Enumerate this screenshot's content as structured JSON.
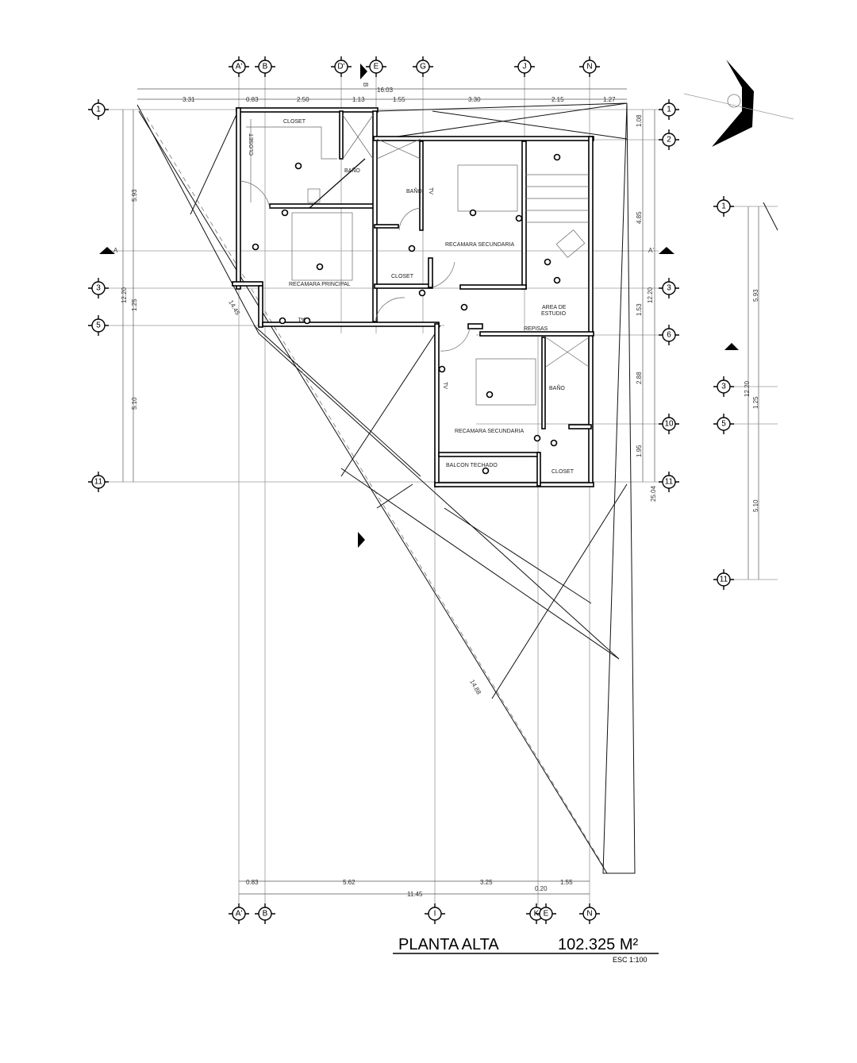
{
  "plan": {
    "title": "PLANTA ALTA",
    "area": "102.325 M²",
    "scale": "ESC 1:100"
  },
  "axes": {
    "top": [
      "A'",
      "B",
      "D'",
      "E",
      "G",
      "J",
      "N"
    ],
    "bottom": [
      "A'",
      "B",
      "I",
      "K",
      "E",
      "N"
    ],
    "left": [
      "1",
      "3",
      "5",
      "11"
    ],
    "right": [
      "1",
      "2",
      "3",
      "6",
      "10",
      "11"
    ],
    "right_partial": [
      "1",
      "3",
      "5",
      "11"
    ]
  },
  "sections": {
    "a": "A",
    "a_prime": "A'",
    "b": "B"
  },
  "dimensions": {
    "top_total": "16.03",
    "top": [
      "3.31",
      "0.83",
      "2.50",
      "1.13",
      "1.55",
      "3.30",
      "2.15",
      "1.27"
    ],
    "bottom": [
      "0.83",
      "5.62",
      "3.25",
      "0.20",
      "1.55"
    ],
    "bottom_total": "11.45",
    "left": [
      "5.93",
      "1.25",
      "5.10"
    ],
    "left_total": "12.20",
    "right": [
      "1.08",
      "4.85",
      "1.53",
      "2.88",
      "1.95"
    ],
    "right_total": "12.20",
    "right_outer": "25.04",
    "diag_left": "14.45",
    "diag_right": "14.88",
    "partial": [
      "5.93",
      "1.25",
      "5.10"
    ],
    "partial_total": "12.20"
  },
  "rooms": {
    "closet_top": "CLOSET",
    "closet_side": "CLOSET",
    "bano_1": "BAÑO",
    "bano_2": "BAÑO",
    "tv_1": "TV",
    "recamara_principal": "RECAMARA PRINCIPAL",
    "recamara_secundaria_1": "RECAMARA SECUNDARIA",
    "closet_2": "CLOSET",
    "area_estudio_1": "AREA DE",
    "area_estudio_2": "ESTUDIO",
    "repisas": "REPISAS",
    "tv_2": "TV",
    "bano_3": "BAÑO",
    "recamara_secundaria_2": "RECAMARA SECUNDARIA",
    "balcon": "BALCON TECHADO",
    "closet_3": "CLOSET",
    "a1": "A1"
  }
}
